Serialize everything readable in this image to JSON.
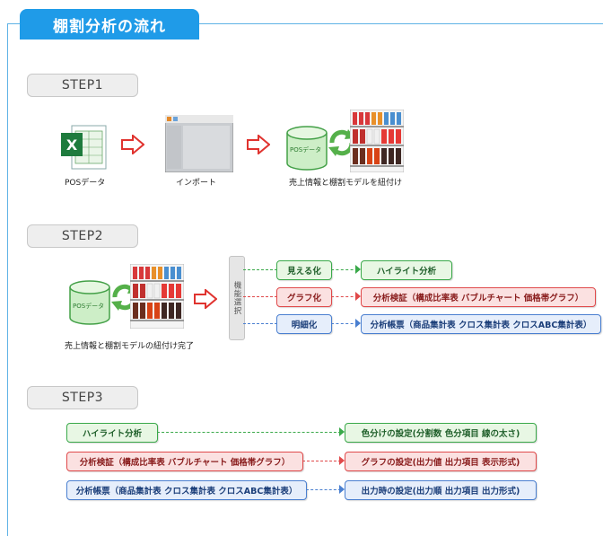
{
  "title": "棚割分析の流れ",
  "steps": {
    "step1": {
      "label": "STEP1",
      "items": [
        "POSデータ",
        "インポート",
        "売上情報と棚割モデルを紐付け"
      ],
      "db_label": "POSデータ"
    },
    "step2": {
      "label": "STEP2",
      "caption": "売上情報と棚割モデルの紐付け完了",
      "db_label": "POSデータ",
      "selector": "機能選択",
      "rows": [
        {
          "mode": "見える化",
          "result": "ハイライト分析",
          "color": "#3aa94a"
        },
        {
          "mode": "グラフ化",
          "result": "分析検証（構成比率表 バブルチャート 価格帯グラフ）",
          "color": "#e0494a"
        },
        {
          "mode": "明細化",
          "result": "分析帳票（商品集計表 クロス集計表 クロスABC集計表）",
          "color": "#4a7fd0"
        }
      ]
    },
    "step3": {
      "label": "STEP3",
      "rows": [
        {
          "source": "ハイライト分析",
          "setting": "色分けの設定(分割数 色分項目 線の太さ)",
          "color": "#3aa94a"
        },
        {
          "source": "分析検証（構成比率表 バブルチャート 価格帯グラフ）",
          "setting": "グラフの設定(出力値 出力項目 表示形式)",
          "color": "#e0494a"
        },
        {
          "source": "分析帳票（商品集計表 クロス集計表 クロスABC集計表）",
          "setting": "出力時の設定(出力順 出力項目 出力形式)",
          "color": "#4a7fd0"
        }
      ]
    }
  },
  "icons": [
    "excel-icon",
    "import-window-icon",
    "database-icon",
    "sync-icon",
    "shelf-icon",
    "right-arrow-icon"
  ]
}
